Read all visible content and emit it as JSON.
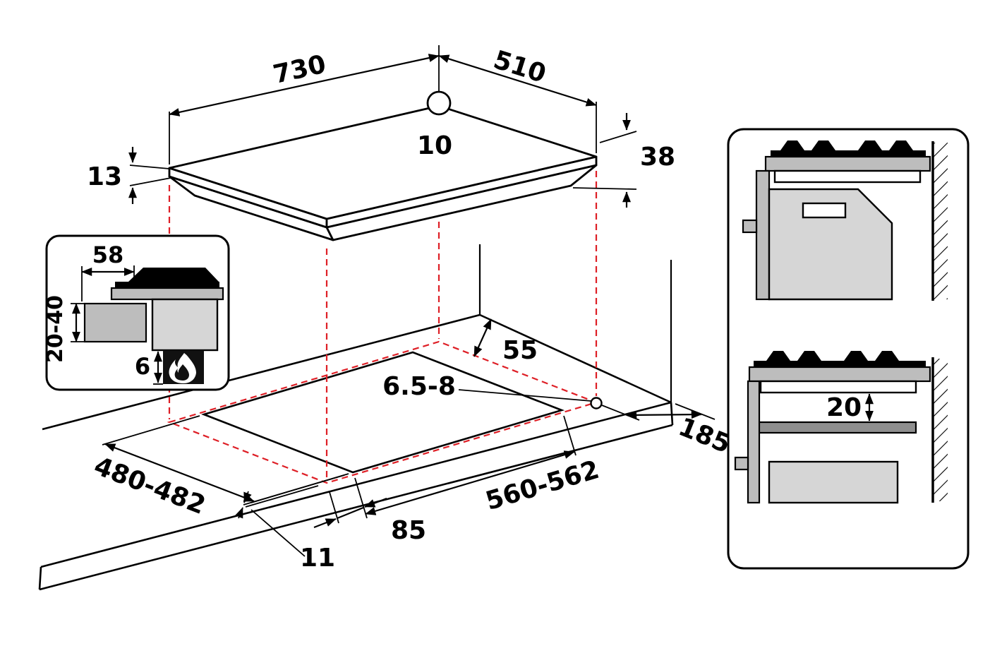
{
  "colors": {
    "line": "#000000",
    "projection": "#de1f26",
    "gray_light": "#d6d6d6",
    "gray_mid": "#bdbdbd",
    "gray_dark": "#8f8f8f"
  },
  "hob_dims": {
    "width": "730",
    "depth": "510",
    "hole_offset": "10",
    "glass_thickness": "13",
    "total_height": "38"
  },
  "clearance_inset": {
    "top_clearance": "58",
    "worktop_thickness": "20-40",
    "bottom_gap": "6"
  },
  "cutout_dims": {
    "rear_clearance": "55",
    "fixing_hole_diameter": "6.5-8",
    "right_clearance": "185",
    "cutout_depth": "480-482",
    "cutout_width": "560-562",
    "front_overhang": "85",
    "side_overhang": "11"
  },
  "cabinet_views": {
    "shelf_clearance": "20"
  }
}
